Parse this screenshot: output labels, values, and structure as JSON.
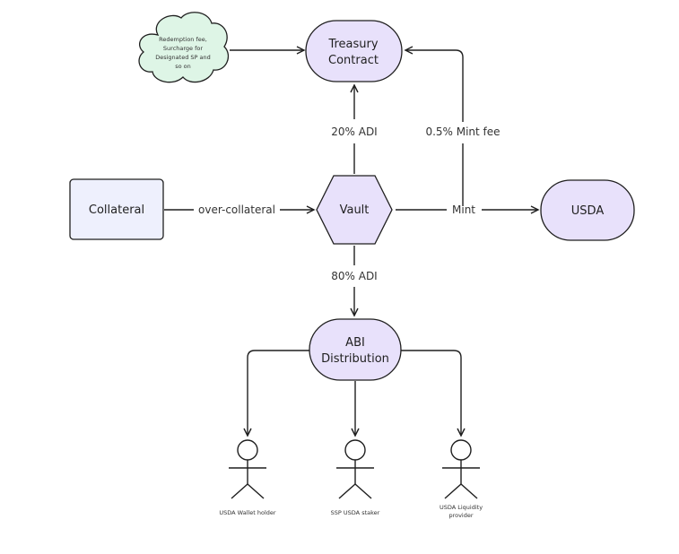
{
  "colors": {
    "lavender_fill": "#e8e1fb",
    "collateral_fill": "#eef0fd",
    "cloud_fill": "#def5e6",
    "stroke": "#1f1f1f",
    "text": "#333333"
  },
  "nodes": {
    "cloud": {
      "lines": [
        "Redemption fee,",
        "Surcharge for",
        "Designated SP and",
        "so on"
      ]
    },
    "treasury": {
      "lines": [
        "Treasury",
        "Contract"
      ]
    },
    "collateral": {
      "label": "Collateral"
    },
    "vault": {
      "label": "Vault"
    },
    "usda": {
      "label": "USDA"
    },
    "abi": {
      "lines": [
        "ABI",
        "Distribution"
      ]
    }
  },
  "edges": {
    "adi_20": "20% ADI",
    "mint_fee": "0.5% Mint fee",
    "over_collateral": "over-collateral",
    "mint": "Mint",
    "adi_80": "80% ADI"
  },
  "actors": [
    {
      "lines": [
        "USDA Wallet holder"
      ]
    },
    {
      "lines": [
        "SSP USDA staker"
      ]
    },
    {
      "lines": [
        "USDA Liquidity",
        "provider"
      ]
    }
  ]
}
